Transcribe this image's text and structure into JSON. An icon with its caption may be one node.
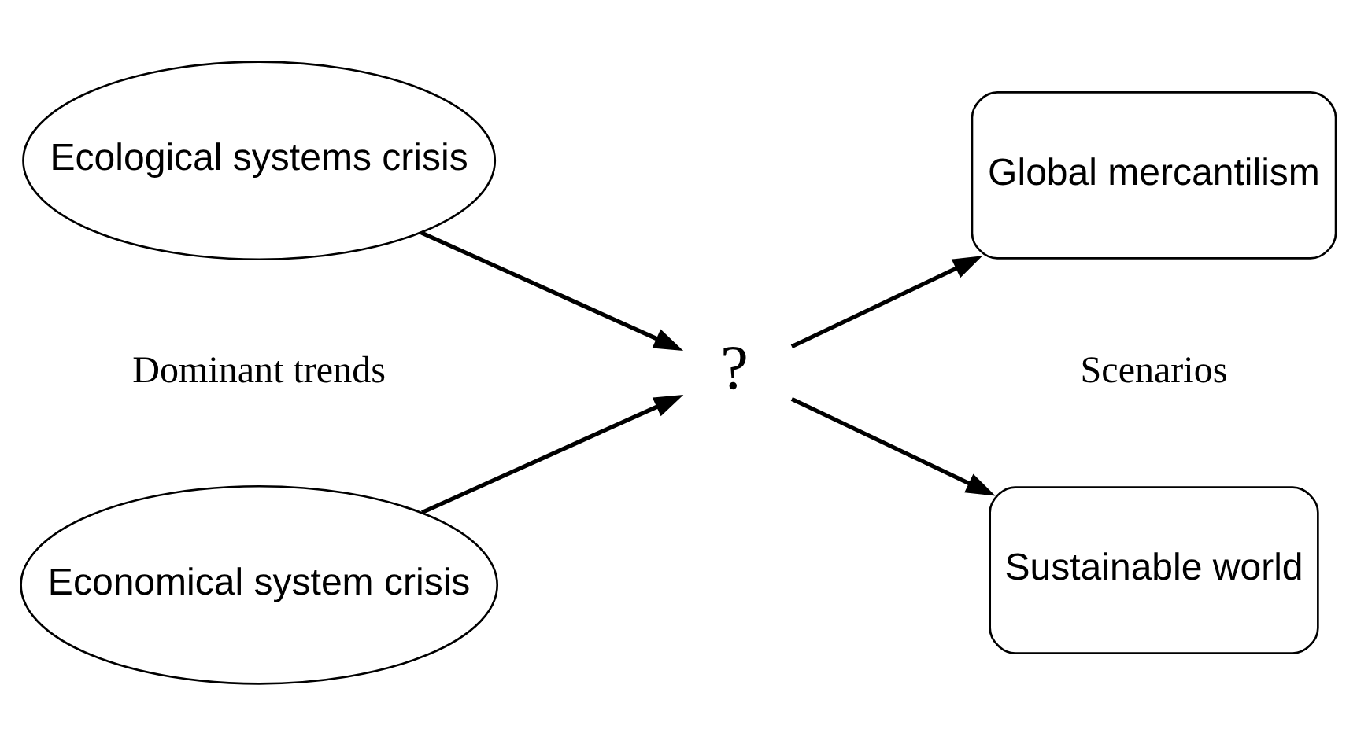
{
  "diagram": {
    "nodes": [
      {
        "text": [
          "Ecological systems crisis"
        ]
      },
      {
        "text": [
          "Economical system crisis"
        ]
      },
      {
        "text": [
          "?"
        ]
      },
      {
        "text": [
          "Global mercantilism"
        ]
      },
      {
        "text": [
          "Sustainable world"
        ]
      }
    ],
    "edges": [
      {
        "from": 0,
        "to": 2,
        "arrow": "to"
      },
      {
        "from": 1,
        "to": 2,
        "arrow": "to"
      },
      {
        "from": 2,
        "to": 3,
        "arrow": "to"
      },
      {
        "from": 2,
        "to": 4,
        "arrow": "to"
      }
    ],
    "labels": [
      "Dominant trends",
      "Scenarios"
    ]
  }
}
